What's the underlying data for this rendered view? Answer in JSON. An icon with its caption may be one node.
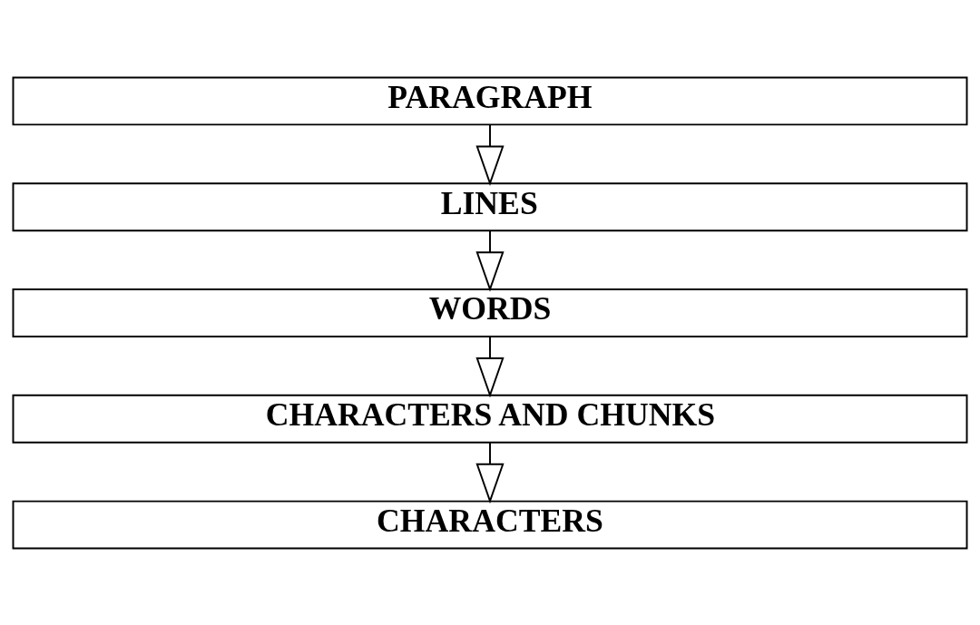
{
  "diagram": {
    "nodes": [
      {
        "text": [
          "PARAGRAPH"
        ]
      },
      {
        "text": [
          "LINES"
        ]
      },
      {
        "text": [
          "WORDS"
        ]
      },
      {
        "text": [
          "CHARACTERS AND CHUNKS"
        ]
      },
      {
        "text": [
          "CHARACTERS"
        ]
      }
    ],
    "edges": [
      {
        "from": 0,
        "to": 1,
        "arrow": "to"
      },
      {
        "from": 1,
        "to": 2,
        "arrow": "to"
      },
      {
        "from": 2,
        "to": 3,
        "arrow": "to"
      },
      {
        "from": 3,
        "to": 4,
        "arrow": "to"
      }
    ]
  }
}
